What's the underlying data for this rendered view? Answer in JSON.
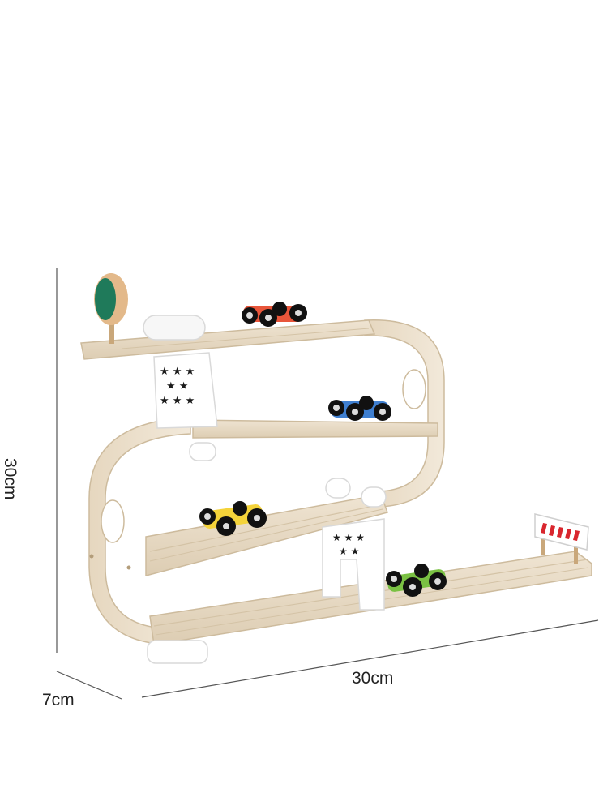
{
  "dimensions": {
    "height": "30cm",
    "width": "30cm",
    "depth": "7cm"
  },
  "colors": {
    "wood": "#e9dcc7",
    "wood_edge": "#d8c6a9",
    "car_red": "#e8553a",
    "car_blue": "#3f7fd0",
    "car_yellow": "#f4d33a",
    "car_green": "#7ac143",
    "tree_green": "#1f7a5a",
    "flag_red": "#d9262e"
  },
  "objects": {
    "car_colors": [
      "red",
      "blue",
      "yellow",
      "green"
    ],
    "tree": "tree-icon",
    "flag": "finish-flag-icon",
    "star": "star-icon"
  }
}
